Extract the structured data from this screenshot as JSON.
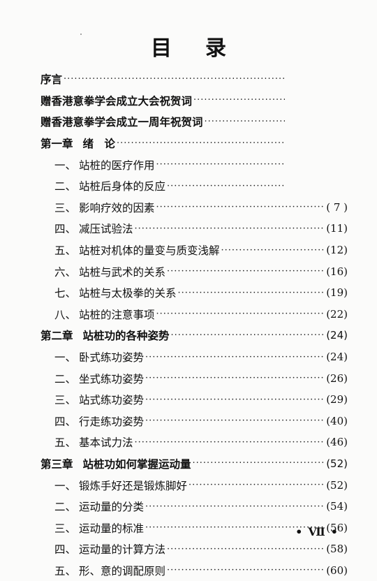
{
  "title": {
    "left": "目",
    "right": "录"
  },
  "entries": [
    {
      "kind": "front",
      "label": "序言",
      "page": ""
    },
    {
      "kind": "front",
      "label": "赠香港意拳学会成立大会祝贺词",
      "page": ""
    },
    {
      "kind": "front",
      "label": "赠香港意拳学会成立一周年祝贺词",
      "page": ""
    },
    {
      "kind": "chapter",
      "num": "第一章",
      "label": "绪　论",
      "page": ""
    },
    {
      "kind": "sub",
      "num": "一、",
      "label": "站桩的医疗作用",
      "page": ""
    },
    {
      "kind": "sub",
      "num": "二、",
      "label": "站桩后身体的反应",
      "page": ""
    },
    {
      "kind": "sub",
      "num": "三、",
      "label": "影响疗效的因素",
      "page": "( 7 )"
    },
    {
      "kind": "sub",
      "num": "四、",
      "label": "减压试验法",
      "page": "(11)"
    },
    {
      "kind": "sub",
      "num": "五、",
      "label": "站桩对机体的量变与质变浅解",
      "page": "(12)"
    },
    {
      "kind": "sub",
      "num": "六、",
      "label": "站桩与武术的关系",
      "page": "(16)"
    },
    {
      "kind": "sub",
      "num": "七、",
      "label": "站桩与太极拳的关系",
      "page": "(19)"
    },
    {
      "kind": "sub",
      "num": "八、",
      "label": "站桩的注意事项",
      "page": "(22)"
    },
    {
      "kind": "chapter",
      "num": "第二章",
      "label": "站桩功的各种姿势",
      "page": "(24)"
    },
    {
      "kind": "sub",
      "num": "一、",
      "label": "卧式练功姿势",
      "page": "(24)"
    },
    {
      "kind": "sub",
      "num": "二、",
      "label": "坐式练功姿势",
      "page": "(26)"
    },
    {
      "kind": "sub",
      "num": "三、",
      "label": "站式练功姿势",
      "page": "(29)"
    },
    {
      "kind": "sub",
      "num": "四、",
      "label": "行走练功姿势",
      "page": "(40)"
    },
    {
      "kind": "sub",
      "num": "五、",
      "label": "基本试力法",
      "page": "(46)"
    },
    {
      "kind": "chapter",
      "num": "第三章",
      "label": "站桩功如何掌握运动量",
      "page": "(52)"
    },
    {
      "kind": "sub",
      "num": "一、",
      "label": "锻炼手好还是锻炼脚好",
      "page": "(52)"
    },
    {
      "kind": "sub",
      "num": "二、",
      "label": "运动量的分类",
      "page": "(54)"
    },
    {
      "kind": "sub",
      "num": "三、",
      "label": "运动量的标准",
      "page": "(56)"
    },
    {
      "kind": "sub",
      "num": "四、",
      "label": "运动量的计算方法",
      "page": "(58)"
    },
    {
      "kind": "sub",
      "num": "五、",
      "label": "形、意的调配原则",
      "page": "(60)"
    }
  ],
  "folio": {
    "numeral": "Ⅶ",
    "bullet": "•"
  }
}
